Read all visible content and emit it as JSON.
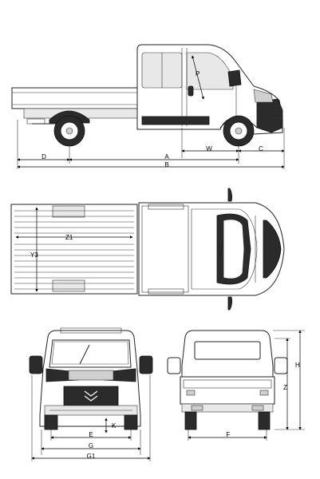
{
  "drawing": {
    "side_view": {
      "labels": {
        "D": "D",
        "A": "A",
        "B": "B",
        "W": "W",
        "C": "C",
        "P": "P"
      }
    },
    "top_view": {
      "labels": {
        "Z1": "Z1",
        "Y3": "Y3"
      }
    },
    "front_view": {
      "labels": {
        "K": "K",
        "E": "E",
        "G": "G",
        "G1": "G1"
      }
    },
    "rear_view": {
      "labels": {
        "H": "H",
        "Z": "Z",
        "F": "F"
      }
    }
  }
}
